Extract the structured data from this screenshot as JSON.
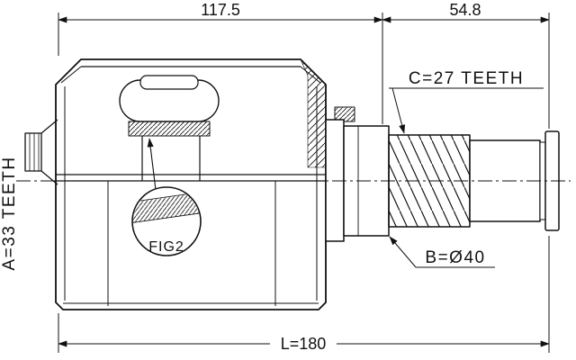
{
  "figure": {
    "dim_width_housing": "117.5",
    "dim_width_shaft": "54.8",
    "dim_total_length": "L=180",
    "label_spline_c": "C=27 TEETH",
    "label_spline_a": "A=33 TEETH",
    "label_diameter_b": "B=Ø40",
    "label_detail_callout": "FIG2"
  },
  "colors": {
    "line": "#111111",
    "background": "#ffffff"
  }
}
